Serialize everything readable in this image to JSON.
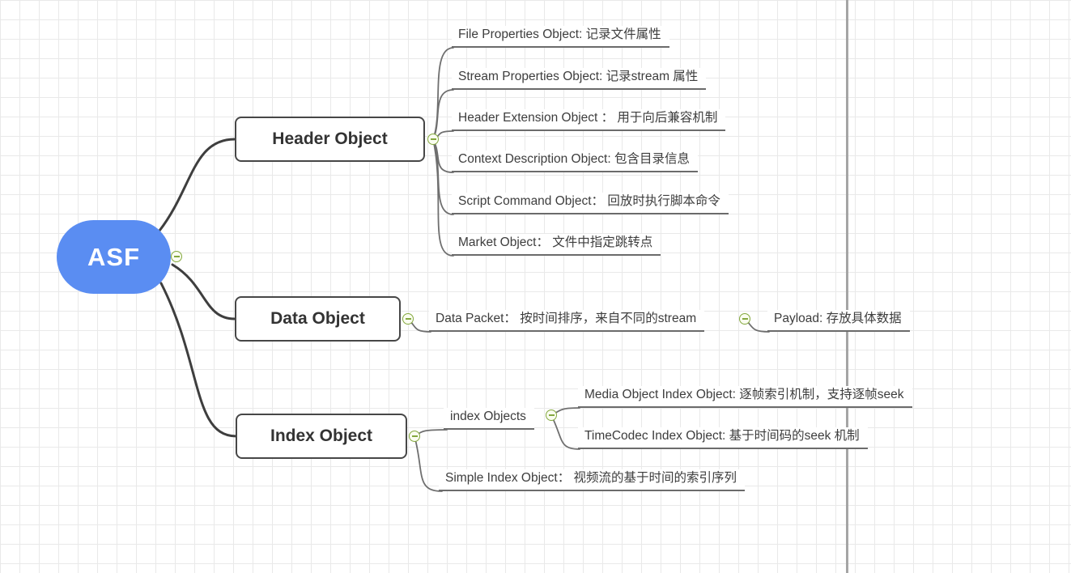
{
  "app": {
    "type": "mindmap-canvas"
  },
  "colors": {
    "root_fill": "#5a8df2",
    "root_text": "#ffffff",
    "topic_border": "#474747",
    "topic_text": "#333333",
    "branch_line": "#3e3e3e",
    "sub_line": "#6f6f6f",
    "collapse_icon_green": "#84a83e",
    "grid_line": "#e9e9e9",
    "page_divider": "#a5a5a5"
  },
  "icons": {
    "collapse": "minus-circle"
  },
  "root": {
    "label": "ASF"
  },
  "branches": [
    {
      "label": "Header Object",
      "children": [
        {
          "label": "File Properties Object: 记录文件属性"
        },
        {
          "label": "Stream Properties Object: 记录stream 属性"
        },
        {
          "label": "Header Extension Object ： 用于向后兼容机制"
        },
        {
          "label": "Context Description Object:  包含目录信息"
        },
        {
          "label": "Script Command Object： 回放时执行脚本命令"
        },
        {
          "label": "Market Object： 文件中指定跳转点"
        }
      ]
    },
    {
      "label": "Data Object",
      "children": [
        {
          "label": "Data Packet： 按时间排序，来自不同的stream",
          "children": [
            {
              "label": "Payload: 存放具体数据"
            }
          ]
        }
      ]
    },
    {
      "label": "Index Object",
      "children": [
        {
          "label": "index Objects",
          "children": [
            {
              "label": "Media Object Index Object: 逐帧索引机制，支持逐帧seek"
            },
            {
              "label": "TimeCodec Index Object: 基于时间码的seek 机制"
            }
          ]
        },
        {
          "label": "Simple Index Object： 视频流的基于时间的索引序列"
        }
      ]
    }
  ]
}
